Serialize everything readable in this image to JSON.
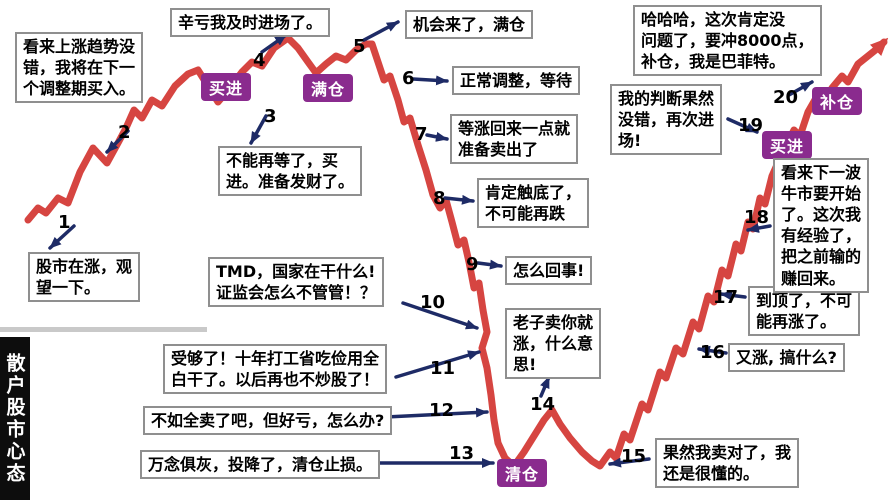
{
  "banner": {
    "text": "散户股市心态"
  },
  "badges": [
    "买进",
    "满仓",
    "清仓",
    "买进",
    "补仓"
  ],
  "annotations": [
    {
      "num": "1",
      "text": "股市在涨，观\n望一下。"
    },
    {
      "num": "2",
      "text": "看来上涨趋势没\n错，我将在下一\n个调整期买入。"
    },
    {
      "num": "3",
      "text": "不能再等了，买\n进。准备发财了。"
    },
    {
      "num": "4",
      "text": "辛亏我及时进场了。"
    },
    {
      "num": "5",
      "text": "机会来了，满仓"
    },
    {
      "num": "6",
      "text": "正常调整，等待"
    },
    {
      "num": "7",
      "text": "等涨回来一点就\n准备卖出了"
    },
    {
      "num": "8",
      "text": "肯定触底了，\n不可能再跌"
    },
    {
      "num": "9",
      "text": "怎么回事!"
    },
    {
      "num": "10",
      "text": "TMD，国家在干什么!\n证监会怎么不管管！？"
    },
    {
      "num": "11",
      "text": "受够了！十年打工省吃俭用全\n白干了。以后再也不炒股了！"
    },
    {
      "num": "12",
      "text": "不如全卖了吧，但好亏，怎么办?"
    },
    {
      "num": "13",
      "text": "万念俱灰，投降了，清仓止损。"
    },
    {
      "num": "14",
      "text": "老子卖你就\n涨，什么意\n思!"
    },
    {
      "num": "15",
      "text": "果然我卖对了，我\n还是很懂的。"
    },
    {
      "num": "16",
      "text": "又涨, 搞什么?"
    },
    {
      "num": "17",
      "text": "到顶了，不可\n能再涨了。"
    },
    {
      "num": "18",
      "text": "看来下一波\n牛市要开始\n了。这次我\n有经验了，\n把之前输的\n赚回来。"
    },
    {
      "num": "19",
      "text": "我的判断果然\n没错，再次进\n场!"
    },
    {
      "num": "20",
      "text": "哈哈哈，这次肯定没\n问题了，要冲8000点，\n补仓，我是巴菲特。"
    }
  ],
  "colors": {
    "curve": "#d64541",
    "arrow": "#1e2b66",
    "badge": "#8a2b8e",
    "banner_bg": "#0d0d0d"
  }
}
